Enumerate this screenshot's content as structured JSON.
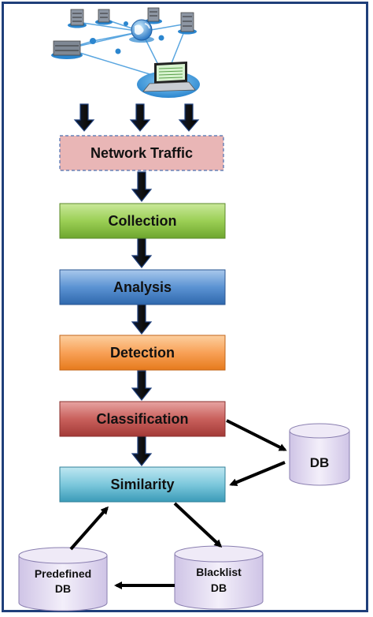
{
  "nodes": {
    "network_traffic": "Network Traffic",
    "collection": "Collection",
    "analysis": "Analysis",
    "detection": "Detection",
    "classification": "Classification",
    "similarity": "Similarity",
    "db": "DB",
    "predefined_db": {
      "line1": "Predefined",
      "line2": "DB"
    },
    "blacklist_db": {
      "line1": "Blacklist",
      "line2": "DB"
    }
  },
  "icons": [
    "server-icon",
    "globe-icon",
    "laptop-icon",
    "network-cloud-icon"
  ],
  "colors": {
    "border": "#1f3f7a",
    "network_traffic": "#e9b6b6",
    "collection": "#8dc63f",
    "analysis": "#4a86c8",
    "detection": "#f79646",
    "classification": "#c0504d",
    "similarity": "#4bacc6",
    "db": "#ddd5ee"
  }
}
